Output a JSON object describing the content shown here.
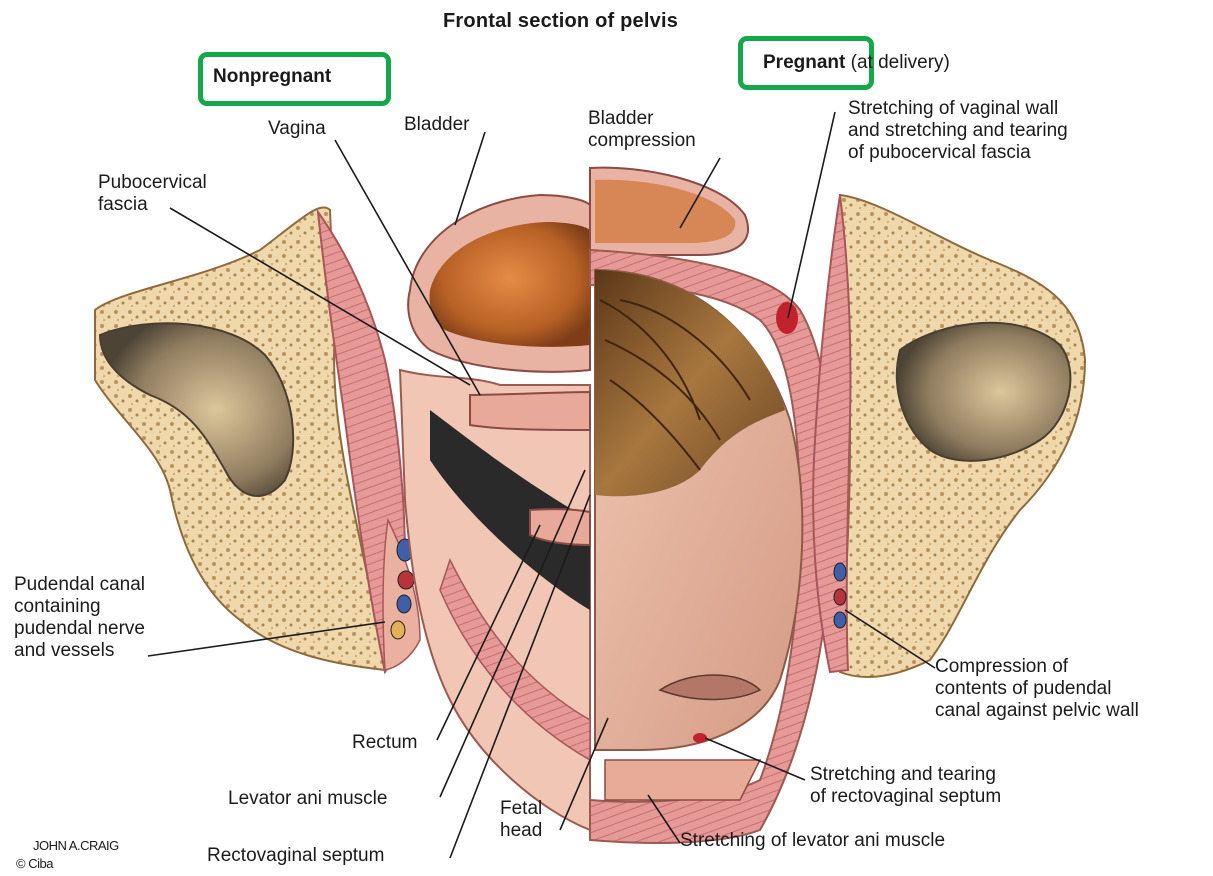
{
  "title": "Frontal section of pelvis",
  "panels": {
    "left_heading": "Nonpregnant",
    "right_heading": "Pregnant",
    "right_heading_suffix": " (at delivery)"
  },
  "labels": {
    "vagina": "Vagina",
    "bladder": "Bladder",
    "bladder_compression": "Bladder\ncompression",
    "pubocervical_fascia": "Pubocervical\nfascia",
    "stretching_vaginal_wall": "Stretching of vaginal wall\nand stretching and tearing\nof pubocervical fascia",
    "pudendal_canal": "Pudendal canal\ncontaining\npudendal nerve\nand vessels",
    "compression_pudendal": "Compression of\ncontents of pudendal\ncanal against pelvic wall",
    "rectum": "Rectum",
    "levator_ani": "Levator ani muscle",
    "rectovaginal_septum": "Rectovaginal septum",
    "fetal_head": "Fetal\nhead",
    "stretching_tearing_rectovaginal": "Stretching and tearing\nof rectovaginal septum",
    "stretching_levator": "Stretching of levator ani muscle"
  },
  "credits": {
    "artist": "JOHN A.CRAIG",
    "copyright": "© Ciba"
  },
  "colors": {
    "highlight_box": "#14a84b",
    "bone": "#ecd3a4",
    "muscle": "#d9828a",
    "bladder": "#c8743a",
    "hair": "#8a5a2e",
    "skin": "#e9b9a4"
  }
}
